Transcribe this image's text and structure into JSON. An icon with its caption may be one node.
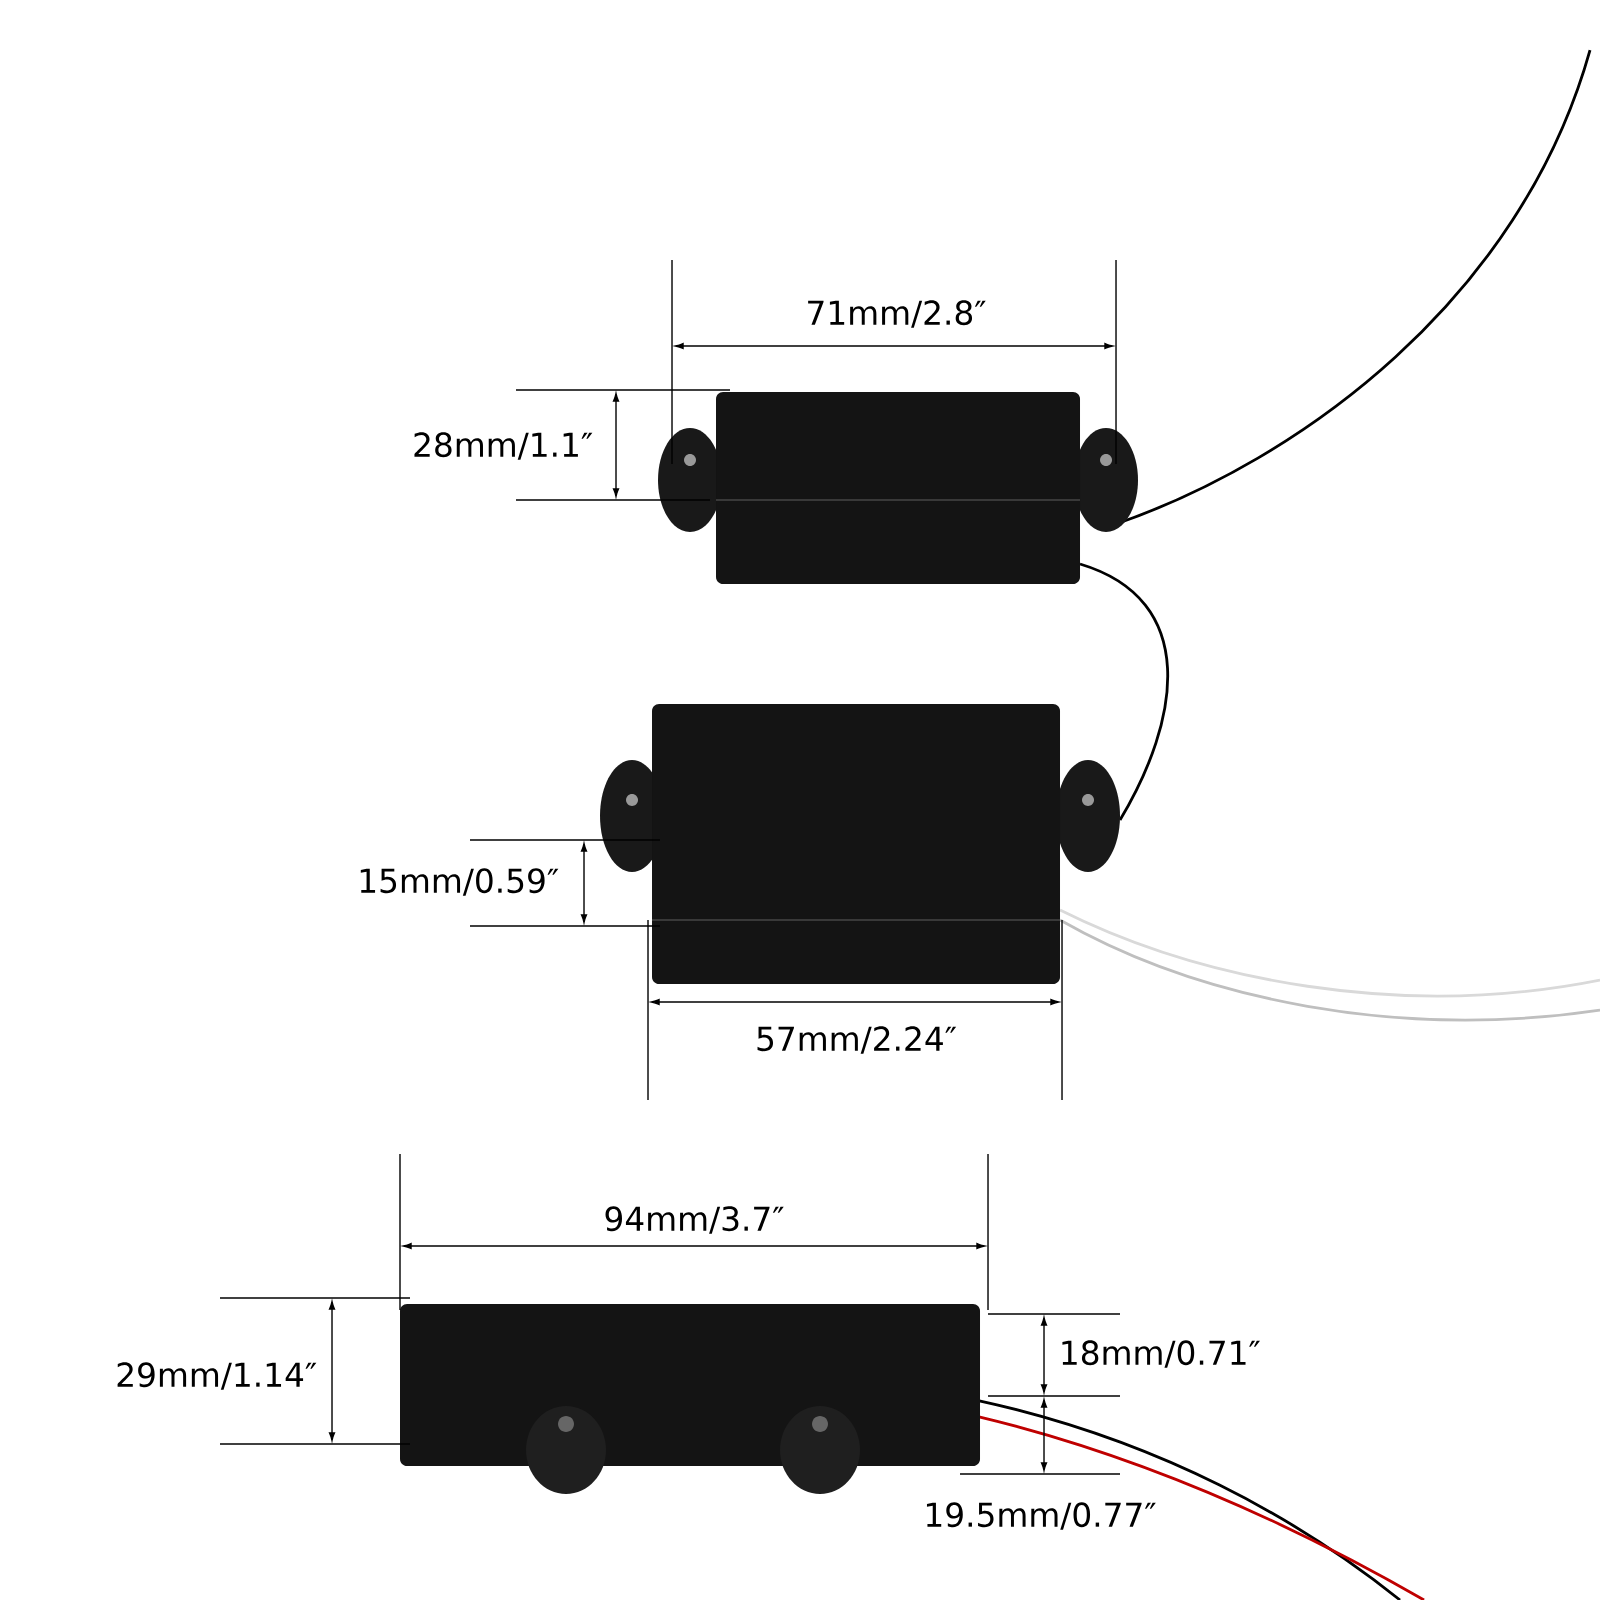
{
  "diagram": {
    "labels": [
      "71mm/2.8″",
      "28mm/1.1″",
      "15mm/0.59″",
      "57mm/2.24″",
      "94mm/3.7″",
      "29mm/1.14″",
      "18mm/0.71″",
      "19.5mm/0.77″"
    ]
  }
}
